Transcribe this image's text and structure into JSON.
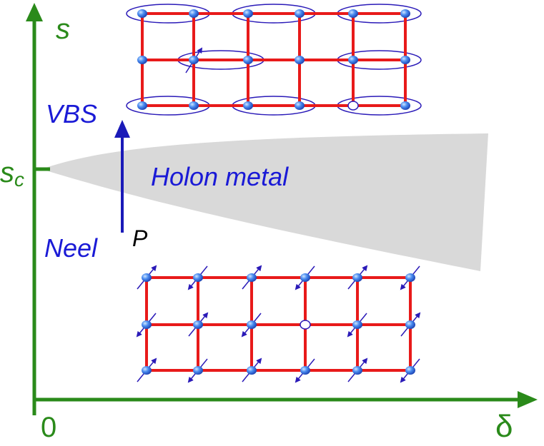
{
  "axes": {
    "y_label": "s",
    "y_critical_label": "s",
    "y_critical_subscript": "c",
    "x_label": "δ",
    "origin_label": "0",
    "color": "#2a8a1a"
  },
  "phases": {
    "vbs_label": "VBS",
    "neel_label": "Neel",
    "metal_label": "Holon metal",
    "point_label": "P",
    "label_color": "#1a1ad6",
    "metal_fill": "#d9d9d9"
  },
  "lattice_colors": {
    "bond": "#e81a1a",
    "site": "#3a78e8",
    "spin": "#2a1ab8",
    "singlet": "#2a1ab8"
  },
  "vbs_lattice": {
    "columns": 6,
    "rows": 3,
    "vacancy": [
      2,
      4
    ],
    "free_spin": [
      1,
      1
    ]
  },
  "neel_lattice": {
    "columns": 6,
    "rows": 3,
    "vacancy": [
      1,
      3
    ]
  }
}
